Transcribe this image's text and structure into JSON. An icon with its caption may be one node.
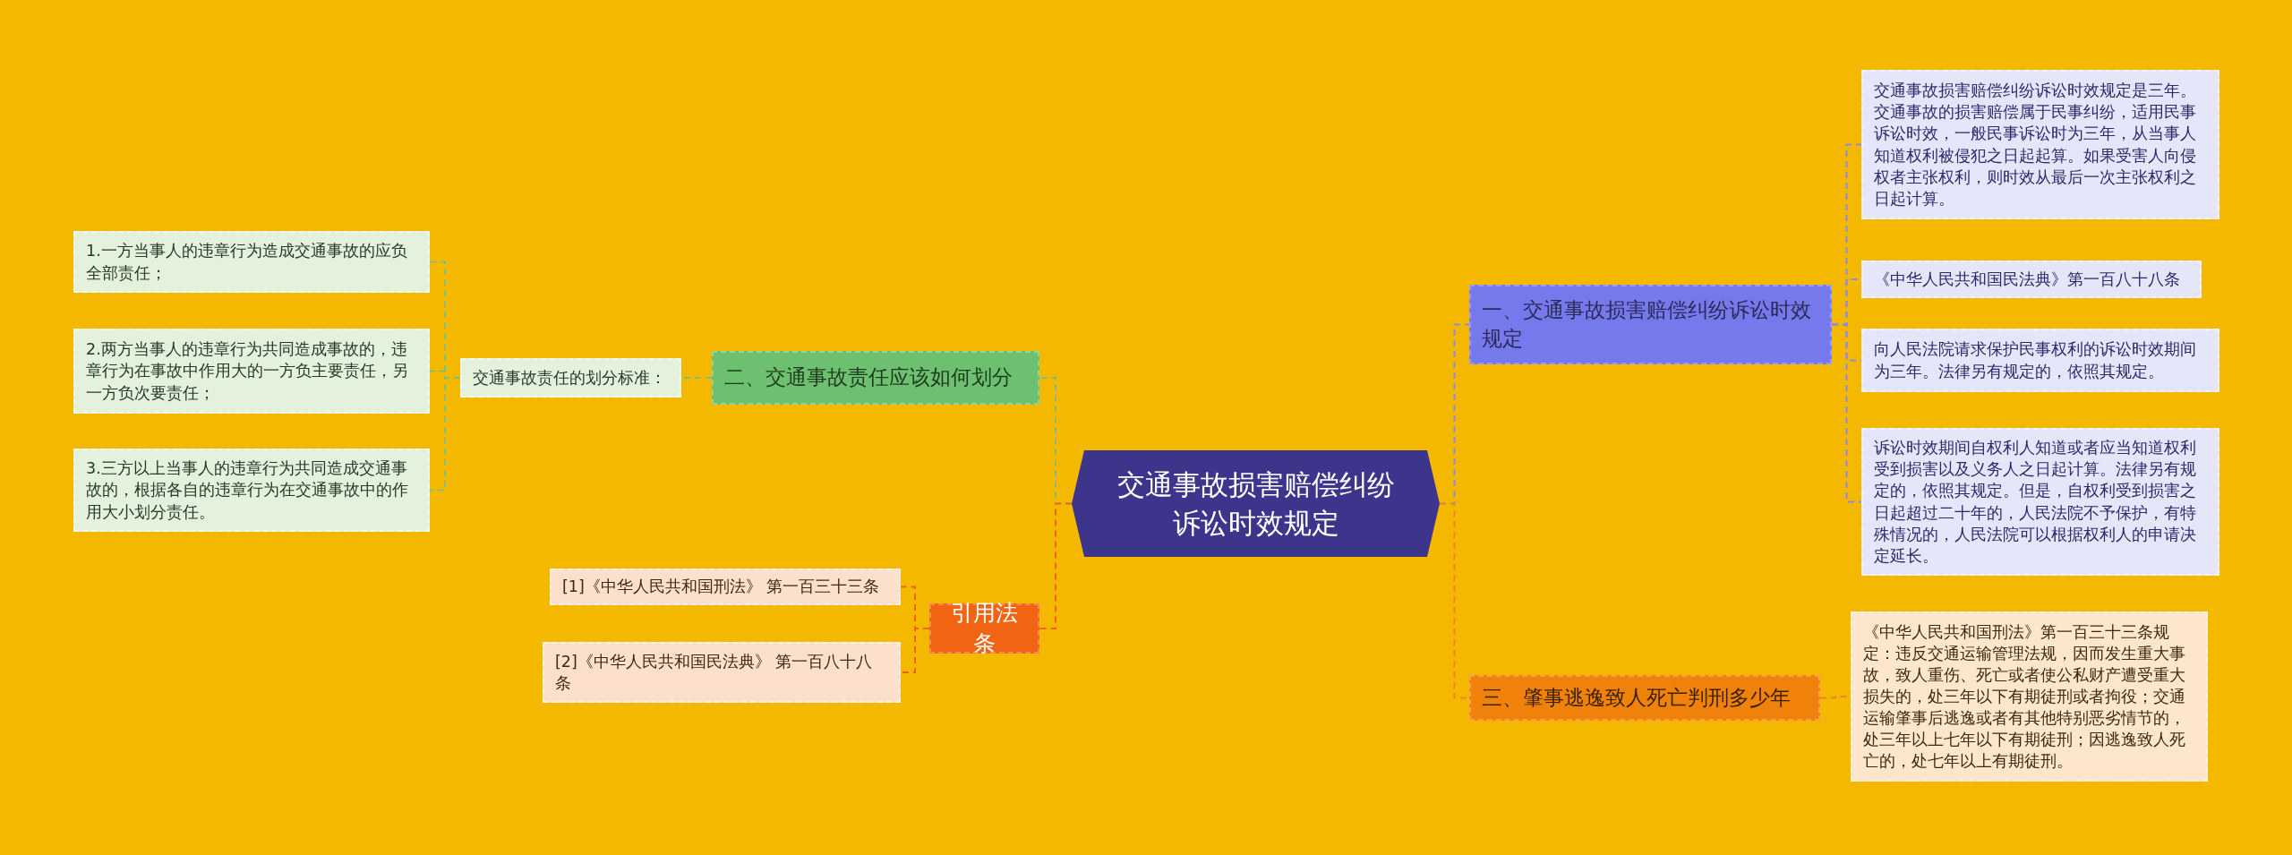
{
  "diagram": {
    "nodes": [
      {
        "text": [
          "交通事故损害赔偿纠纷诉讼时效规定"
        ]
      },
      {
        "text": [
          "一、交通事故损害赔偿纠纷诉讼时效规定"
        ]
      },
      {
        "text": [
          "交通事故损害赔偿纠纷诉讼时效规定是三年。交通事故的损害赔偿属于民事纠纷，适用民事诉讼时效，一般民事诉讼时为三年，从当事人知道权利被侵犯之日起起算。如果受害人向侵权者主张权利，则时效从最后一次主张权利之日起计算。"
        ]
      },
      {
        "text": [
          "《中华人民共和国民法典》第一百八十八条"
        ]
      },
      {
        "text": [
          "向人民法院请求保护民事权利的诉讼时效期间为三年。法律另有规定的，依照其规定。"
        ]
      },
      {
        "text": [
          "诉讼时效期间自权利人知道或者应当知道权利受到损害以及义务人之日起计算。法律另有规定的，依照其规定。但是，自权利受到损害之日起超过二十年的，人民法院不予保护，有特殊情况的，人民法院可以根据权利人的申请决定延长。"
        ]
      },
      {
        "text": [
          "三、肇事逃逸致人死亡判刑多少年"
        ]
      },
      {
        "text": [
          "《中华人民共和国刑法》第一百三十三条规定：违反交通运输管理法规，因而发生重大事故，致人重伤、死亡或者使公私财产遭受重大损失的，处三年以下有期徒刑或者拘役；交通运输肇事后逃逸或者有其他特别恶劣情节的，处三年以上七年以下有期徒刑；因逃逸致人死亡的，处七年以上有期徒刑。"
        ]
      },
      {
        "text": [
          "二、交通事故责任应该如何划分"
        ]
      },
      {
        "text": [
          "交通事故责任的划分标准："
        ]
      },
      {
        "text": [
          "1.一方当事人的违章行为造成交通事故的应负全部责任；"
        ]
      },
      {
        "text": [
          "2.两方当事人的违章行为共同造成事故的，违章行为在事故中作用大的一方负主要责任，另一方负次要责任；"
        ]
      },
      {
        "text": [
          "3.三方以上当事人的违章行为共同造成交通事故的，根据各自的违章行为在交通事故中的作用大小划分责任。"
        ]
      },
      {
        "text": [
          "引用法条"
        ]
      },
      {
        "text": [
          "[1]《中华人民共和国刑法》 第一百三十三条"
        ]
      },
      {
        "text": [
          "[2]《中华人民共和国民法典》 第一百八十八条"
        ]
      }
    ],
    "edges": [
      {
        "from": 0,
        "to": 1,
        "arrow": "none",
        "style": "dashed",
        "color": "#8c8ce6"
      },
      {
        "from": 1,
        "to": 2,
        "arrow": "none",
        "style": "dashed",
        "color": "#8c8ce6"
      },
      {
        "from": 1,
        "to": 3,
        "arrow": "none",
        "style": "dashed",
        "color": "#8c8ce6"
      },
      {
        "from": 1,
        "to": 4,
        "arrow": "none",
        "style": "dashed",
        "color": "#8c8ce6"
      },
      {
        "from": 1,
        "to": 5,
        "arrow": "none",
        "style": "dashed",
        "color": "#8c8ce6"
      },
      {
        "from": 0,
        "to": 6,
        "arrow": "none",
        "style": "dashed",
        "color": "#f0861e"
      },
      {
        "from": 6,
        "to": 7,
        "arrow": "none",
        "style": "dashed",
        "color": "#f0861e"
      },
      {
        "from": 0,
        "to": 8,
        "arrow": "none",
        "style": "dashed",
        "color": "#7fbf7f"
      },
      {
        "from": 8,
        "to": 9,
        "arrow": "none",
        "style": "dashed",
        "color": "#7fbf7f"
      },
      {
        "from": 9,
        "to": 10,
        "arrow": "none",
        "style": "dashed",
        "color": "#7fbf7f"
      },
      {
        "from": 9,
        "to": 11,
        "arrow": "none",
        "style": "dashed",
        "color": "#7fbf7f"
      },
      {
        "from": 9,
        "to": 12,
        "arrow": "none",
        "style": "dashed",
        "color": "#7fbf7f"
      },
      {
        "from": 0,
        "to": 13,
        "arrow": "none",
        "style": "dashed",
        "color": "#f06414"
      },
      {
        "from": 13,
        "to": 14,
        "arrow": "none",
        "style": "dashed",
        "color": "#f06414"
      },
      {
        "from": 13,
        "to": 15,
        "arrow": "none",
        "style": "dashed",
        "color": "#f06414"
      }
    ]
  }
}
